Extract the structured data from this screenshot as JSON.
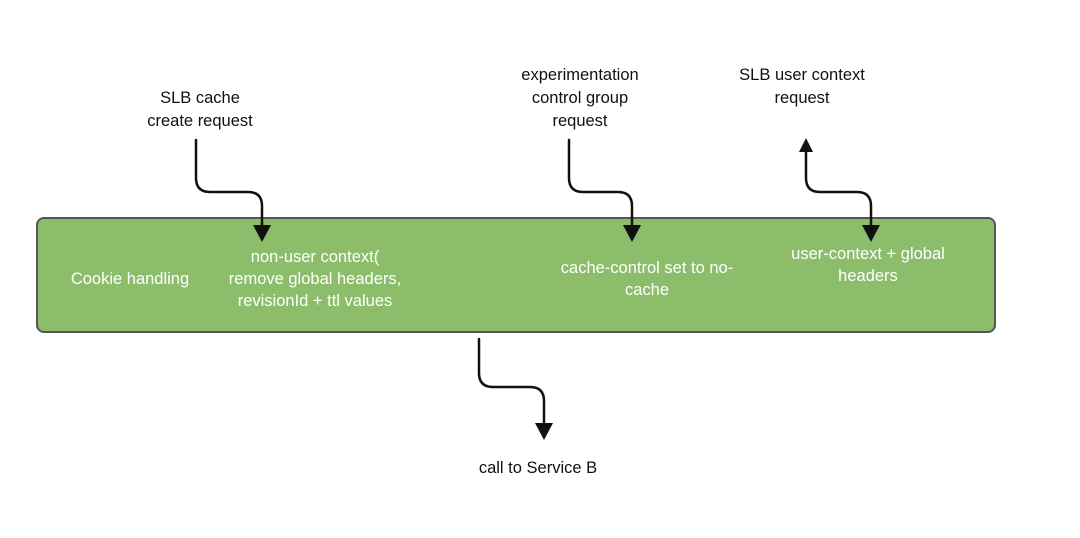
{
  "colors": {
    "box_fill": "#8cbd6b",
    "box_border": "#555555",
    "box_text": "#ffffff",
    "arrow": "#111111"
  },
  "inputs": {
    "slb_cache": [
      "SLB cache",
      "create request"
    ],
    "experimentation": [
      "experimentation",
      "control group",
      "request"
    ],
    "slb_user_context": [
      "SLB user context",
      "request"
    ]
  },
  "box": {
    "cookie": "Cookie handling",
    "non_user_context": [
      "non-user context(",
      "remove global headers,",
      "revisionId + ttl values"
    ],
    "cache_control": [
      "cache-control set to no-",
      "cache"
    ],
    "user_context": [
      "user-context + global",
      "headers"
    ]
  },
  "output": {
    "service_b": "call to Service B"
  }
}
